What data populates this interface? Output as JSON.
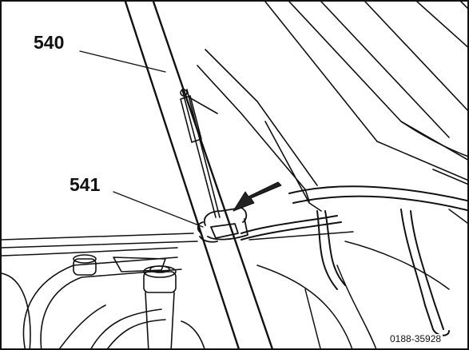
{
  "figure": {
    "callouts": [
      {
        "id": "540",
        "label": "540"
      },
      {
        "id": "541",
        "label": "541"
      }
    ],
    "figure_code": "0188-35928"
  },
  "colors": {
    "line": "#111111",
    "background": "#ffffff"
  }
}
